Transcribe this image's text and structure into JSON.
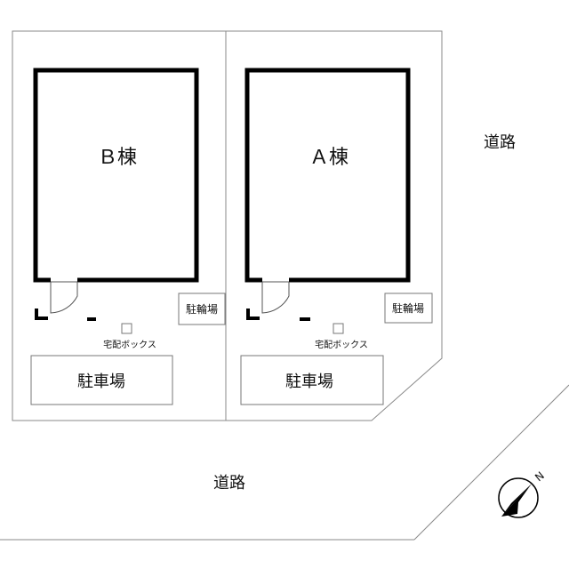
{
  "buildings": {
    "b": {
      "label": "Ｂ棟"
    },
    "a": {
      "label": "Ａ棟"
    }
  },
  "facilities": {
    "bicycle_parking": "駐輪場",
    "delivery_box": "宅配ボックス",
    "parking": "駐車場"
  },
  "roads": {
    "east": "道路",
    "south": "道路"
  },
  "compass": {
    "north_letter": "N"
  }
}
